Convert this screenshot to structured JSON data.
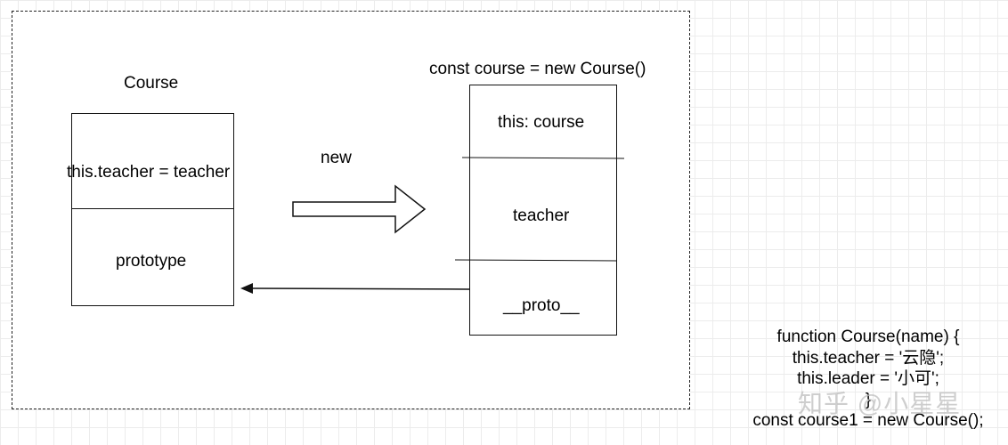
{
  "left_object": {
    "title": "Course",
    "row1": "this.teacher = teacher",
    "row2": "prototype"
  },
  "new_label": "new",
  "right_object": {
    "title": "const course = new Course()",
    "row1": "this: course",
    "row2": "teacher",
    "row3": "__proto__"
  },
  "code": {
    "lines": [
      "function Course(name) {",
      "this.teacher = '云隐';",
      "this.leader = '小可';",
      "}",
      "const course1 = new Course();"
    ]
  },
  "watermark": "知乎 @小星星"
}
